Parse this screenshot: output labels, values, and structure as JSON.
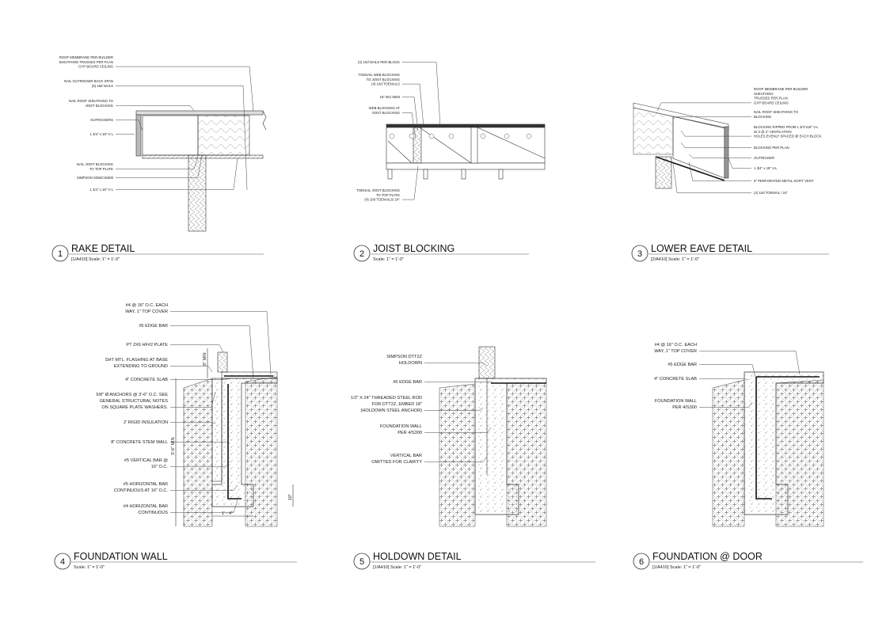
{
  "details": [
    {
      "number": "1",
      "title": "RAKE DETAIL",
      "scale": "[1/A410] Scale:  1\" = 1'-0\"",
      "labels": [
        [
          "ROOF MEMBRANE PER BUILDER",
          "SHEATHING TRUSSES PER PLAN",
          "GYP BOARD CEILING"
        ],
        [
          "NAIL OUTRIGGER BACK SPAN",
          "(5) 16d NAILS"
        ],
        [
          "NAIL ROOF SHEATHING TO",
          "JOIST BLOCKING"
        ],
        [
          "OUTRIGGERS"
        ],
        [
          "1 3/4\" x 18\" V-L"
        ],
        [
          "NAIL JOIST BLOCKING",
          "TO TOP PLATE"
        ],
        [
          "SIMPSON SDWC15600"
        ],
        [
          "1 3/4\" x 18\" V-L"
        ]
      ]
    },
    {
      "number": "2",
      "title": "JOIST BLOCKING",
      "scale": "Scale:  1\" = 1'-0\"",
      "labels": [
        [
          "(4) 10d NAILS PER BLOCK"
        ],
        [
          "TOENAIL WEB BLOCKING",
          "TO JOIST BLOCKING",
          "(4) 10d TOENAILS"
        ],
        [
          "16\" BCI 6500"
        ],
        [
          "WEB BLOCKING AT",
          "JOIST BLOCKING"
        ],
        [
          "TOENAIL JOIST BLOCKING",
          "TO TOP PLATE",
          "(4) 10d TOENAILS/ 24\""
        ]
      ]
    },
    {
      "number": "3",
      "title": "LOWER EAVE DETAIL",
      "scale": "[2/A410] Scale:  1\" = 1'-0\"",
      "labels": [
        [
          "ROOF MEMBRANE PER BUILDER",
          "SHEATHING",
          "TRUSSES PER PLAN",
          "GYP BOARD CEILING"
        ],
        [
          "NAIL ROOF SHEATHING TO",
          "BLOCKING"
        ],
        [
          "BLOCKING RIPPED FROM 1 3/4\"x18\" V-L",
          "w/ 3 @ 2\" VENTILATION",
          "HOLES EVENLY SPACED @ EACH BLOCK"
        ],
        [
          "BLOCKING PER PLAN"
        ],
        [
          "OUTRIGGER"
        ],
        [
          "1 3/4\" x 18\" V-L"
        ],
        [
          "6\" PERFORATED METAL SOFIT VENT"
        ],
        [
          "(4) 10d TOENAIL / 24\""
        ]
      ]
    },
    {
      "number": "4",
      "title": "FOUNDATION WALL",
      "scale": "Scale:  1\" = 1'-0\"",
      "labels": [
        [
          "#4 @ 16\" O.C. EACH",
          "WAY, 1\" TOP COVER"
        ],
        [
          "#5 EDGE BAR"
        ],
        [
          "PT 2X6 HF#2 PLATE"
        ],
        [
          "SHT MTL. FLASHING AT BASE",
          "EXTENDING TO GROUND"
        ],
        [
          "4\" CONCRETE SLAB"
        ],
        [
          "5/8\" Ø ANCHORS @ 3'-6\" O.C. SEE",
          "GENERAL STRUCTURAL NOTES",
          "ON SQUARE PLATE WASHERS."
        ],
        [
          "2' RIGID INSULATION"
        ],
        [
          "8\" CONCRETE STEM WALL"
        ],
        [
          "#5 VERTICAL BAR @",
          "16\" O.C."
        ],
        [
          "#5 HORIZONTAL BAR",
          "CONTINUOUS AT 16\" O.C."
        ],
        [
          "#4 HORIZONTAL BAR",
          "CONTINUOUS"
        ]
      ],
      "dimensions": [
        "3'-6\" MIN",
        "8\" MIN",
        "10\"",
        "1' - 4\""
      ]
    },
    {
      "number": "5",
      "title": "HOLDOWN DETAIL",
      "scale": "[1/A410] Scale:  1\" = 1'-0\"",
      "labels": [
        [
          "SIMPSON DTT2Z",
          "HOLDOWN"
        ],
        [
          "#5 EDGE BAR"
        ],
        [
          "1/2\" X 24\" THREADED STEEL ROD",
          "FOR DTT2Z, EMBED 18\"",
          "(HOLDOWN STEEL ANCHOR)"
        ],
        [
          "FOUNDATION WALL",
          "PER 4/S300"
        ],
        [
          "VERTICAL BAR",
          "OMITTED FOR CLARITY"
        ]
      ]
    },
    {
      "number": "6",
      "title": "FOUNDATION @ DOOR",
      "scale": "[1/A410] Scale:  1\" = 1'-0\"",
      "labels": [
        [
          "#4 @ 16\" O.C. EACH",
          "WAY, 1\" TOP COVER"
        ],
        [
          "#5 EDGE BAR"
        ],
        [
          "4\" CONCRETE SLAB"
        ],
        [
          "FOUNDATION WALL",
          "PER 4/S300"
        ]
      ]
    }
  ]
}
